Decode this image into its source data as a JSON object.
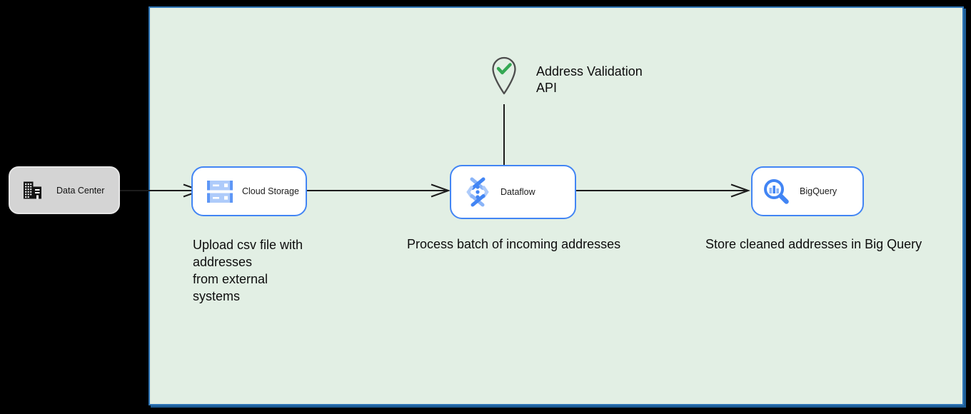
{
  "nodes": {
    "data_center": {
      "label": "Data Center",
      "icon": "building-icon"
    },
    "cloud_storage": {
      "label": "Cloud Storage",
      "icon": "cloud-storage-icon"
    },
    "dataflow": {
      "label": "Dataflow",
      "icon": "dataflow-icon"
    },
    "bigquery": {
      "label": "BigQuery",
      "icon": "bigquery-icon"
    }
  },
  "annotations": {
    "address_validation": {
      "label": "Address Validation\nAPI",
      "icon": "location-pin-check-icon"
    },
    "upload_caption": "Upload csv file with\naddresses\nfrom external\nsystems",
    "process_caption": "Process batch of incoming addresses",
    "store_caption": "Store cleaned addresses in Big Query"
  },
  "colors": {
    "page_background": "#000000",
    "boundary_fill": "#e2efe4",
    "boundary_border": "#2e75b6",
    "node_border_blue": "#4285f4",
    "node_icon_light_blue": "#aecbfa",
    "external_node_fill": "#d4d4d4",
    "connector": "#1c1c1c",
    "check_green": "#34a853",
    "pin_outline": "#4d4d4d",
    "text": "#0d0d0d"
  }
}
